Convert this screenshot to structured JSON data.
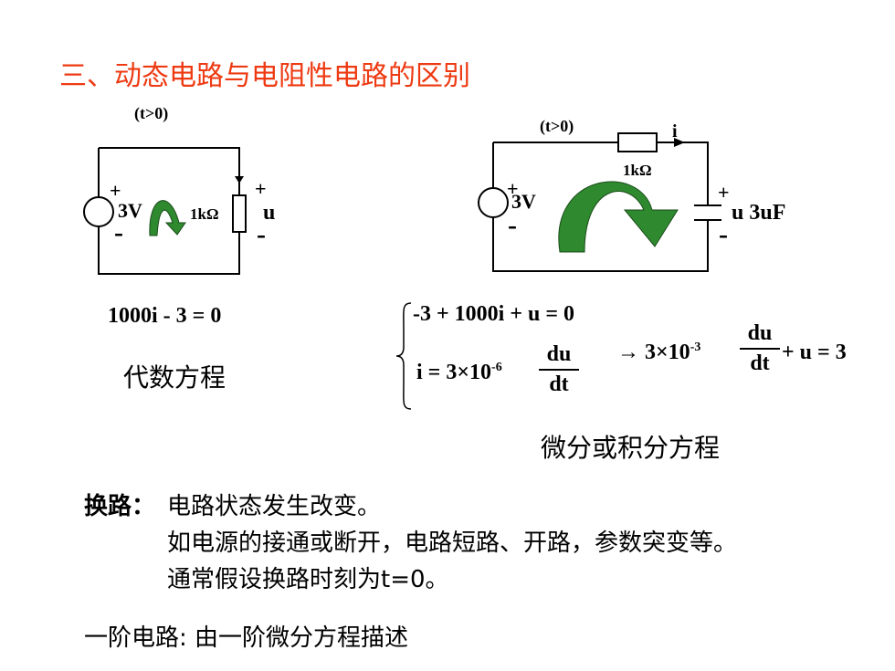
{
  "title": "三、动态电路与电阻性电路的区别",
  "left_circuit": {
    "time_label": "(t>0)",
    "source_voltage": "3V",
    "resistor": "1kΩ",
    "plus": "+",
    "minus": "-",
    "output": "u"
  },
  "right_circuit": {
    "time_label": "(t>0)",
    "current": "i",
    "resistor": "1kΩ",
    "source_voltage": "3V",
    "plus": "+",
    "minus": "-",
    "output": "u 3uF"
  },
  "equations": {
    "algebraic_eq": "1000i - 3 = 0",
    "algebraic_label": "代数方程",
    "diff_eq1": "-3 + 1000i + u = 0",
    "diff_eq2_lhs": "i = 3×10",
    "diff_eq2_exp": "-6",
    "du": "du",
    "dt": "dt",
    "result_lhs": "→ 3×10",
    "result_exp": "-3",
    "result_rhs": "+ u = 3",
    "diff_label": "微分或积分方程"
  },
  "switching": {
    "label": "换路：",
    "line1": "电路状态发生改变。",
    "line2": "如电源的接通或断开，电路短路、开路，参数突变等。",
    "line3": "通常假设换路时刻为t=0。"
  },
  "first_order": "一阶电路: 由一阶微分方程描述"
}
